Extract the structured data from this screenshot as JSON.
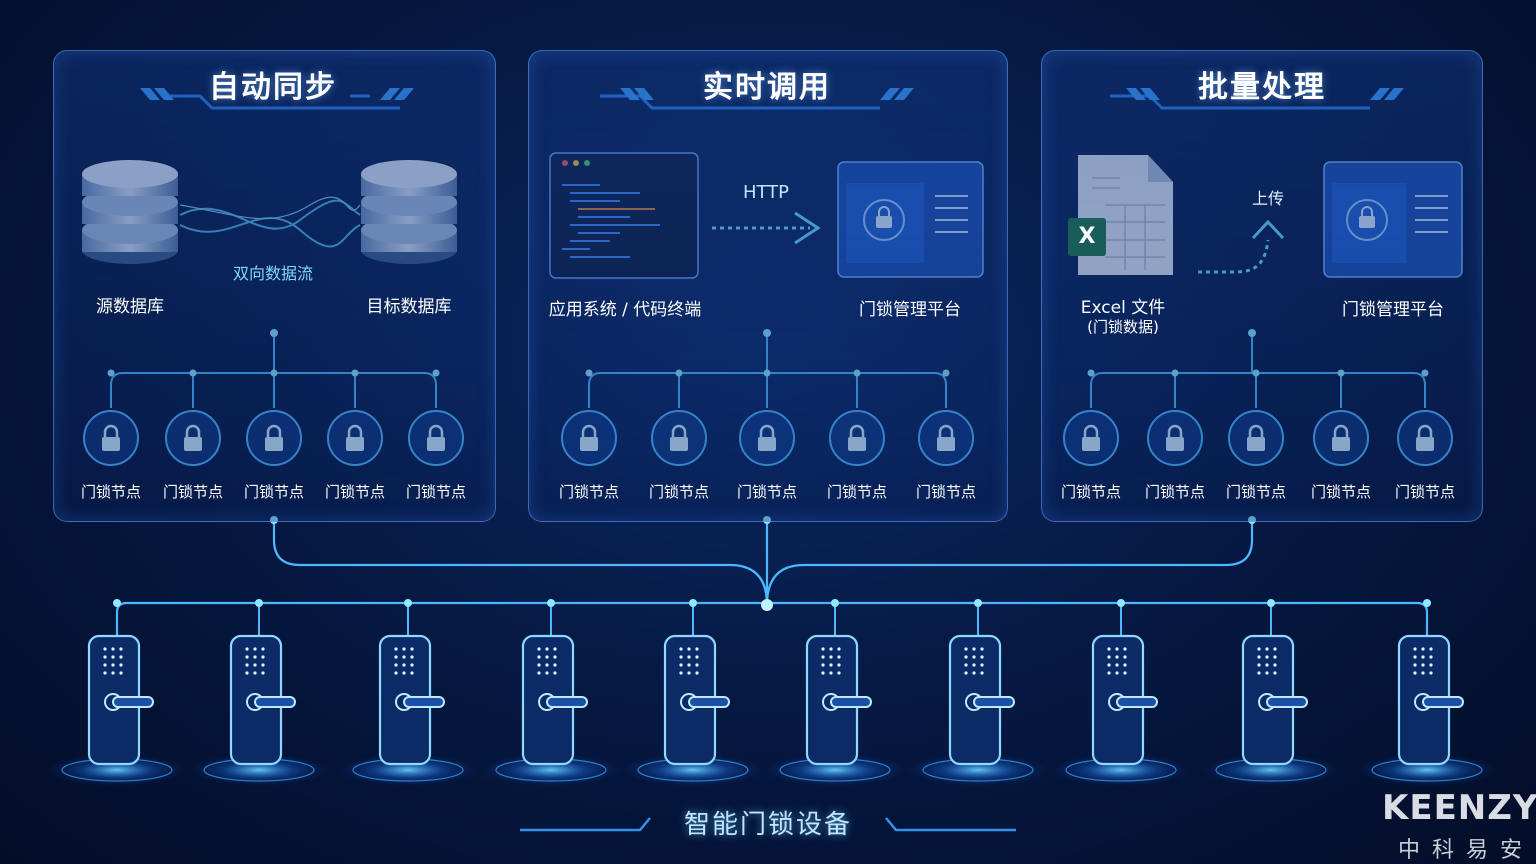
{
  "panels": [
    {
      "title": "自动同步",
      "labels": {
        "left": "源数据库",
        "right": "目标数据库",
        "flow": "双向数据流"
      }
    },
    {
      "title": "实时调用",
      "labels": {
        "left": "应用系统 / 代码终端",
        "right": "门锁管理平台",
        "flow": "HTTP"
      }
    },
    {
      "title": "批量处理",
      "labels": {
        "left_line1": "Excel 文件",
        "left_line2": "(门锁数据)",
        "right": "门锁管理平台",
        "flow": "上传",
        "excel_letter": "X"
      }
    }
  ],
  "node_label": "门锁节点",
  "nodes_per_panel": 5,
  "device_count": 10,
  "footer_title": "智能门锁设备",
  "brand": {
    "name": "KEENZY",
    "cn": "中科易安"
  },
  "colors": {
    "accent": "#4db8ff",
    "glow": "#7fe0ff",
    "panel_border": "#6ea0ff"
  },
  "icons": [
    "database-icon",
    "code-window-icon",
    "platform-window-icon",
    "excel-file-icon",
    "lock-icon",
    "smart-door-lock-icon"
  ]
}
